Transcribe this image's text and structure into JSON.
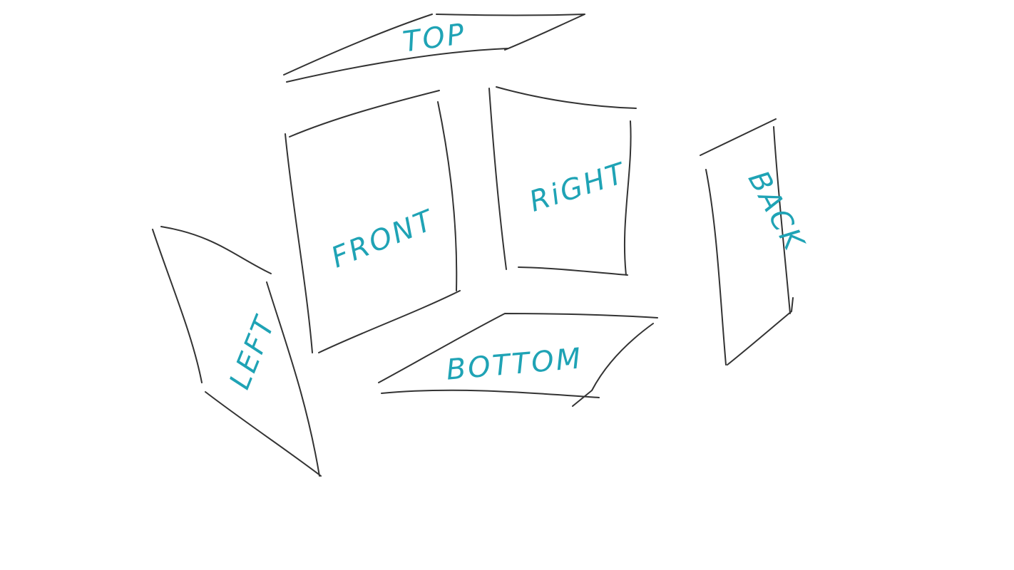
{
  "colors": {
    "ink": "#333333",
    "label": "#1fa3b5",
    "background": "#ffffff"
  },
  "faces": {
    "top": "TOP",
    "front": "FRONT",
    "right": "RiGHT",
    "back": "BACK",
    "left": "LEFT",
    "bottom": "BOTTOM"
  }
}
